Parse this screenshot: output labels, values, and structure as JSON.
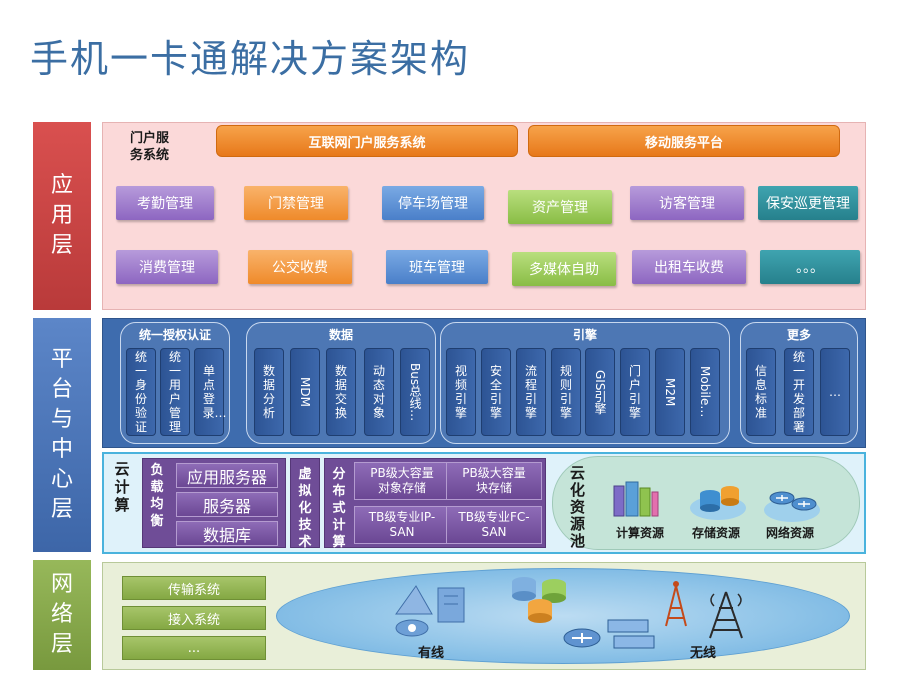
{
  "title": "手机一卡通解决方案架构",
  "layers": {
    "application": "应用层",
    "platform": "平台与中心层",
    "network": "网络层"
  },
  "app": {
    "portal_label": "门户服务系统",
    "portal_label_line1": "门户服",
    "portal_label_line2": "务系统",
    "internet_portal": "互联网门户服务系统",
    "mobile_platform": "移动服务平台",
    "row1": [
      "考勤管理",
      "门禁管理",
      "停车场管理",
      "资产管理",
      "访客管理",
      "保安巡更管理"
    ],
    "row2": [
      "消费管理",
      "公交收费",
      "班车管理",
      "多媒体自助",
      "出租车收费",
      "。。。"
    ]
  },
  "platform": {
    "groups": [
      {
        "title": "统一授权认证",
        "items": [
          "统一身份验证",
          "统一用户管理",
          "单点登录…"
        ]
      },
      {
        "title": "数据",
        "items": [
          "数据分析",
          "MDM",
          "数据交换",
          "动态对象",
          "Bus总线…"
        ]
      },
      {
        "title": "引擎",
        "items": [
          "视频引擎",
          "安全引擎",
          "流程引擎",
          "规则引擎",
          "GIS引擎",
          "门户引擎",
          "M2M",
          "Mobile…"
        ]
      },
      {
        "title": "更多",
        "items": [
          "信息标准",
          "统一开发部署",
          "…"
        ]
      }
    ],
    "cloud_label": "云计算",
    "load_balance": "负载均衡",
    "servers": [
      "应用服务器",
      "服务器",
      "数据库"
    ],
    "virtualization": "虚拟化技术",
    "distributed": "分布式计算",
    "storage": [
      "PB级大容量对象存储",
      "PB级大容量块存储",
      "TB级专业IP-SAN",
      "TB级专业FC-SAN"
    ],
    "storage_lines": [
      [
        "PB级大容量",
        "对象存储"
      ],
      [
        "PB级大容量",
        "块存储"
      ],
      [
        "TB级专业IP-",
        "SAN"
      ],
      [
        "TB级专业FC-",
        "SAN"
      ]
    ],
    "cloud_pool": "云化资源池",
    "resources": [
      "计算资源",
      "存储资源",
      "网络资源"
    ]
  },
  "network": {
    "items": [
      "传输系统",
      "接入系统",
      "..."
    ],
    "wired": "有线",
    "wireless": "无线"
  },
  "colors": {
    "title": "#3b6ea3",
    "application": "#c94545",
    "platform": "#4a74b8",
    "network": "#88a94b",
    "orange": "#ef8a2a",
    "purple": "#6f4d97"
  }
}
